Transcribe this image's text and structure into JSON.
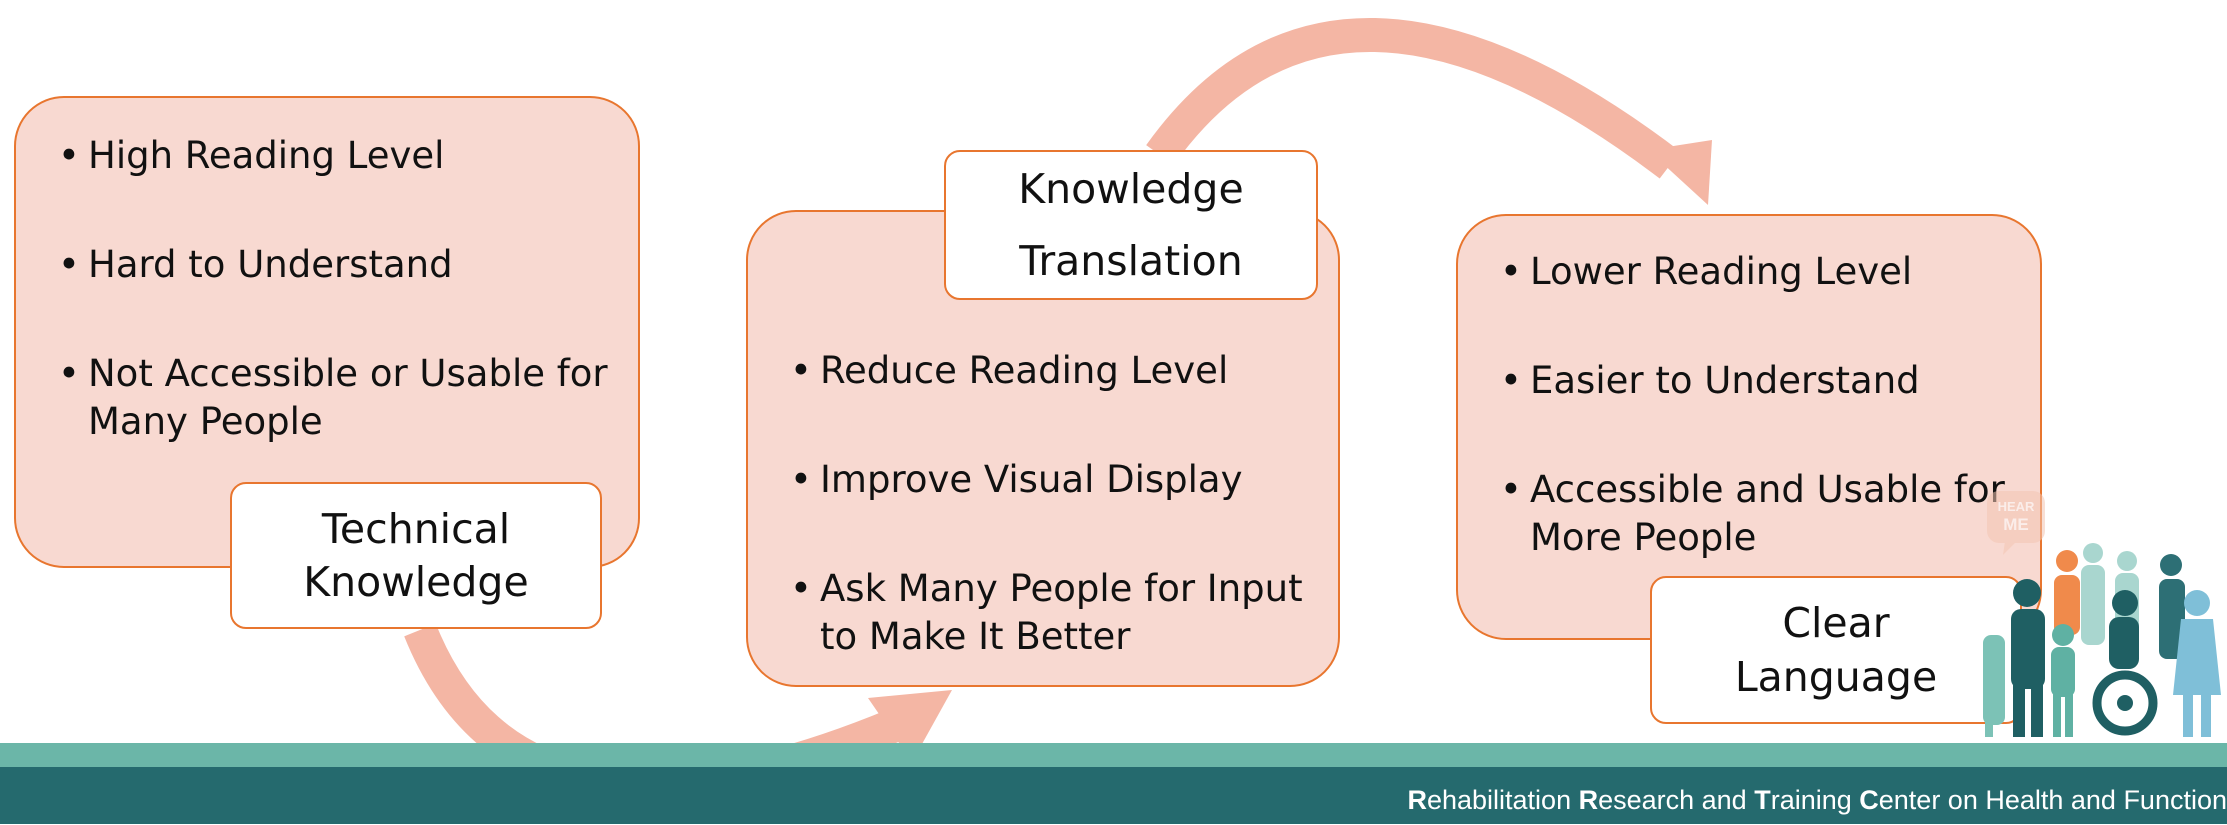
{
  "boxes": [
    {
      "name": "technical-knowledge-box",
      "bullets": [
        "High Reading Level",
        "Hard to Understand",
        "Not Accessible or Usable for Many People"
      ],
      "label": [
        "Technical",
        "Knowledge"
      ]
    },
    {
      "name": "knowledge-translation-box",
      "bullets": [
        "Reduce Reading Level",
        "Improve Visual Display",
        "Ask Many People for Input to Make It Better"
      ],
      "label": [
        "Knowledge",
        "Translation"
      ]
    },
    {
      "name": "clear-language-box",
      "bullets": [
        "Lower Reading Level",
        "Easier to Understand",
        "Accessible and Usable for More People"
      ],
      "label": [
        "Clear",
        "Language"
      ]
    }
  ],
  "footer": {
    "parts": [
      {
        "bold": "R",
        "rest": "ehabilitation "
      },
      {
        "bold": "R",
        "rest": "esearch and "
      },
      {
        "bold": "T",
        "rest": "raining "
      },
      {
        "bold": "C",
        "rest": "enter on Health and Function"
      }
    ]
  },
  "logo": {
    "text": "HEAR ME"
  },
  "colors": {
    "box_fill": "#f8d9d1",
    "box_border": "#e8762f",
    "arrow": "#f4b6a4",
    "footer_light": "#6bb6a8",
    "footer_dark": "#256a6e"
  }
}
